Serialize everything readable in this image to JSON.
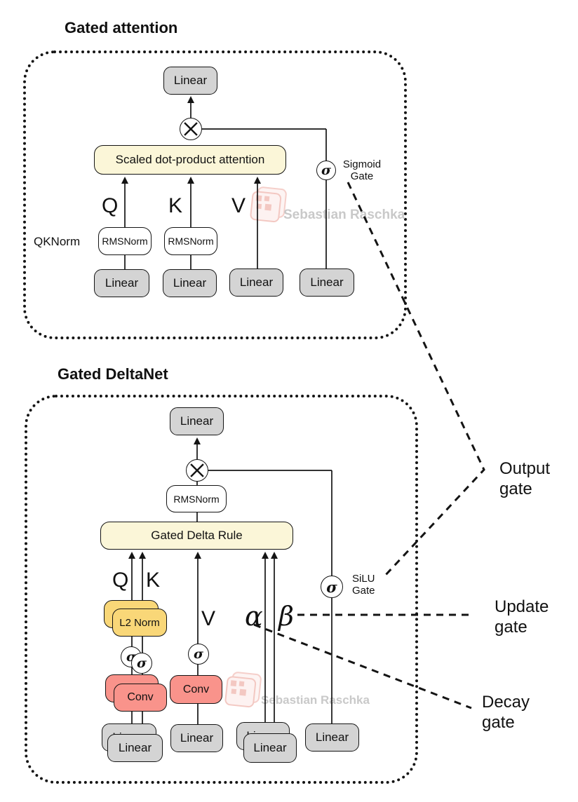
{
  "top": {
    "title": "Gated attention",
    "output_linear": "Linear",
    "attention_box": "Scaled dot-product attention",
    "qknorm": "QKNorm",
    "rmsnorm": "RMSNorm",
    "linear": "Linear",
    "q": "Q",
    "k": "K",
    "v": "V",
    "sigma": "σ",
    "gate_line1": "Sigmoid",
    "gate_line2": "Gate"
  },
  "bottom": {
    "title": "Gated DeltaNet",
    "output_linear": "Linear",
    "rmsnorm": "RMSNorm",
    "rule_box": "Gated Delta Rule",
    "l2norm": "L2 Norm",
    "conv": "Conv",
    "linear": "Linear",
    "q": "Q",
    "k": "K",
    "v": "V",
    "alpha": "α",
    "beta": "β",
    "sigma": "σ",
    "gate_line1": "SiLU",
    "gate_line2": "Gate"
  },
  "callouts": {
    "output": {
      "line1": "Output",
      "line2": "gate"
    },
    "update": {
      "line1": "Update",
      "line2": "gate"
    },
    "decay": {
      "line1": "Decay",
      "line2": "gate"
    }
  },
  "watermark": "Sebastian Raschka",
  "colors": {
    "box_gray": "#d4d4d4",
    "box_cream": "#fbf6d8",
    "box_yellow": "#f9d778",
    "box_salmon": "#f9938b",
    "box_white": "#ffffff",
    "stroke": "#141414",
    "watermark_text": "#c9c9c9",
    "watermark_stamp": "#eca49b"
  }
}
